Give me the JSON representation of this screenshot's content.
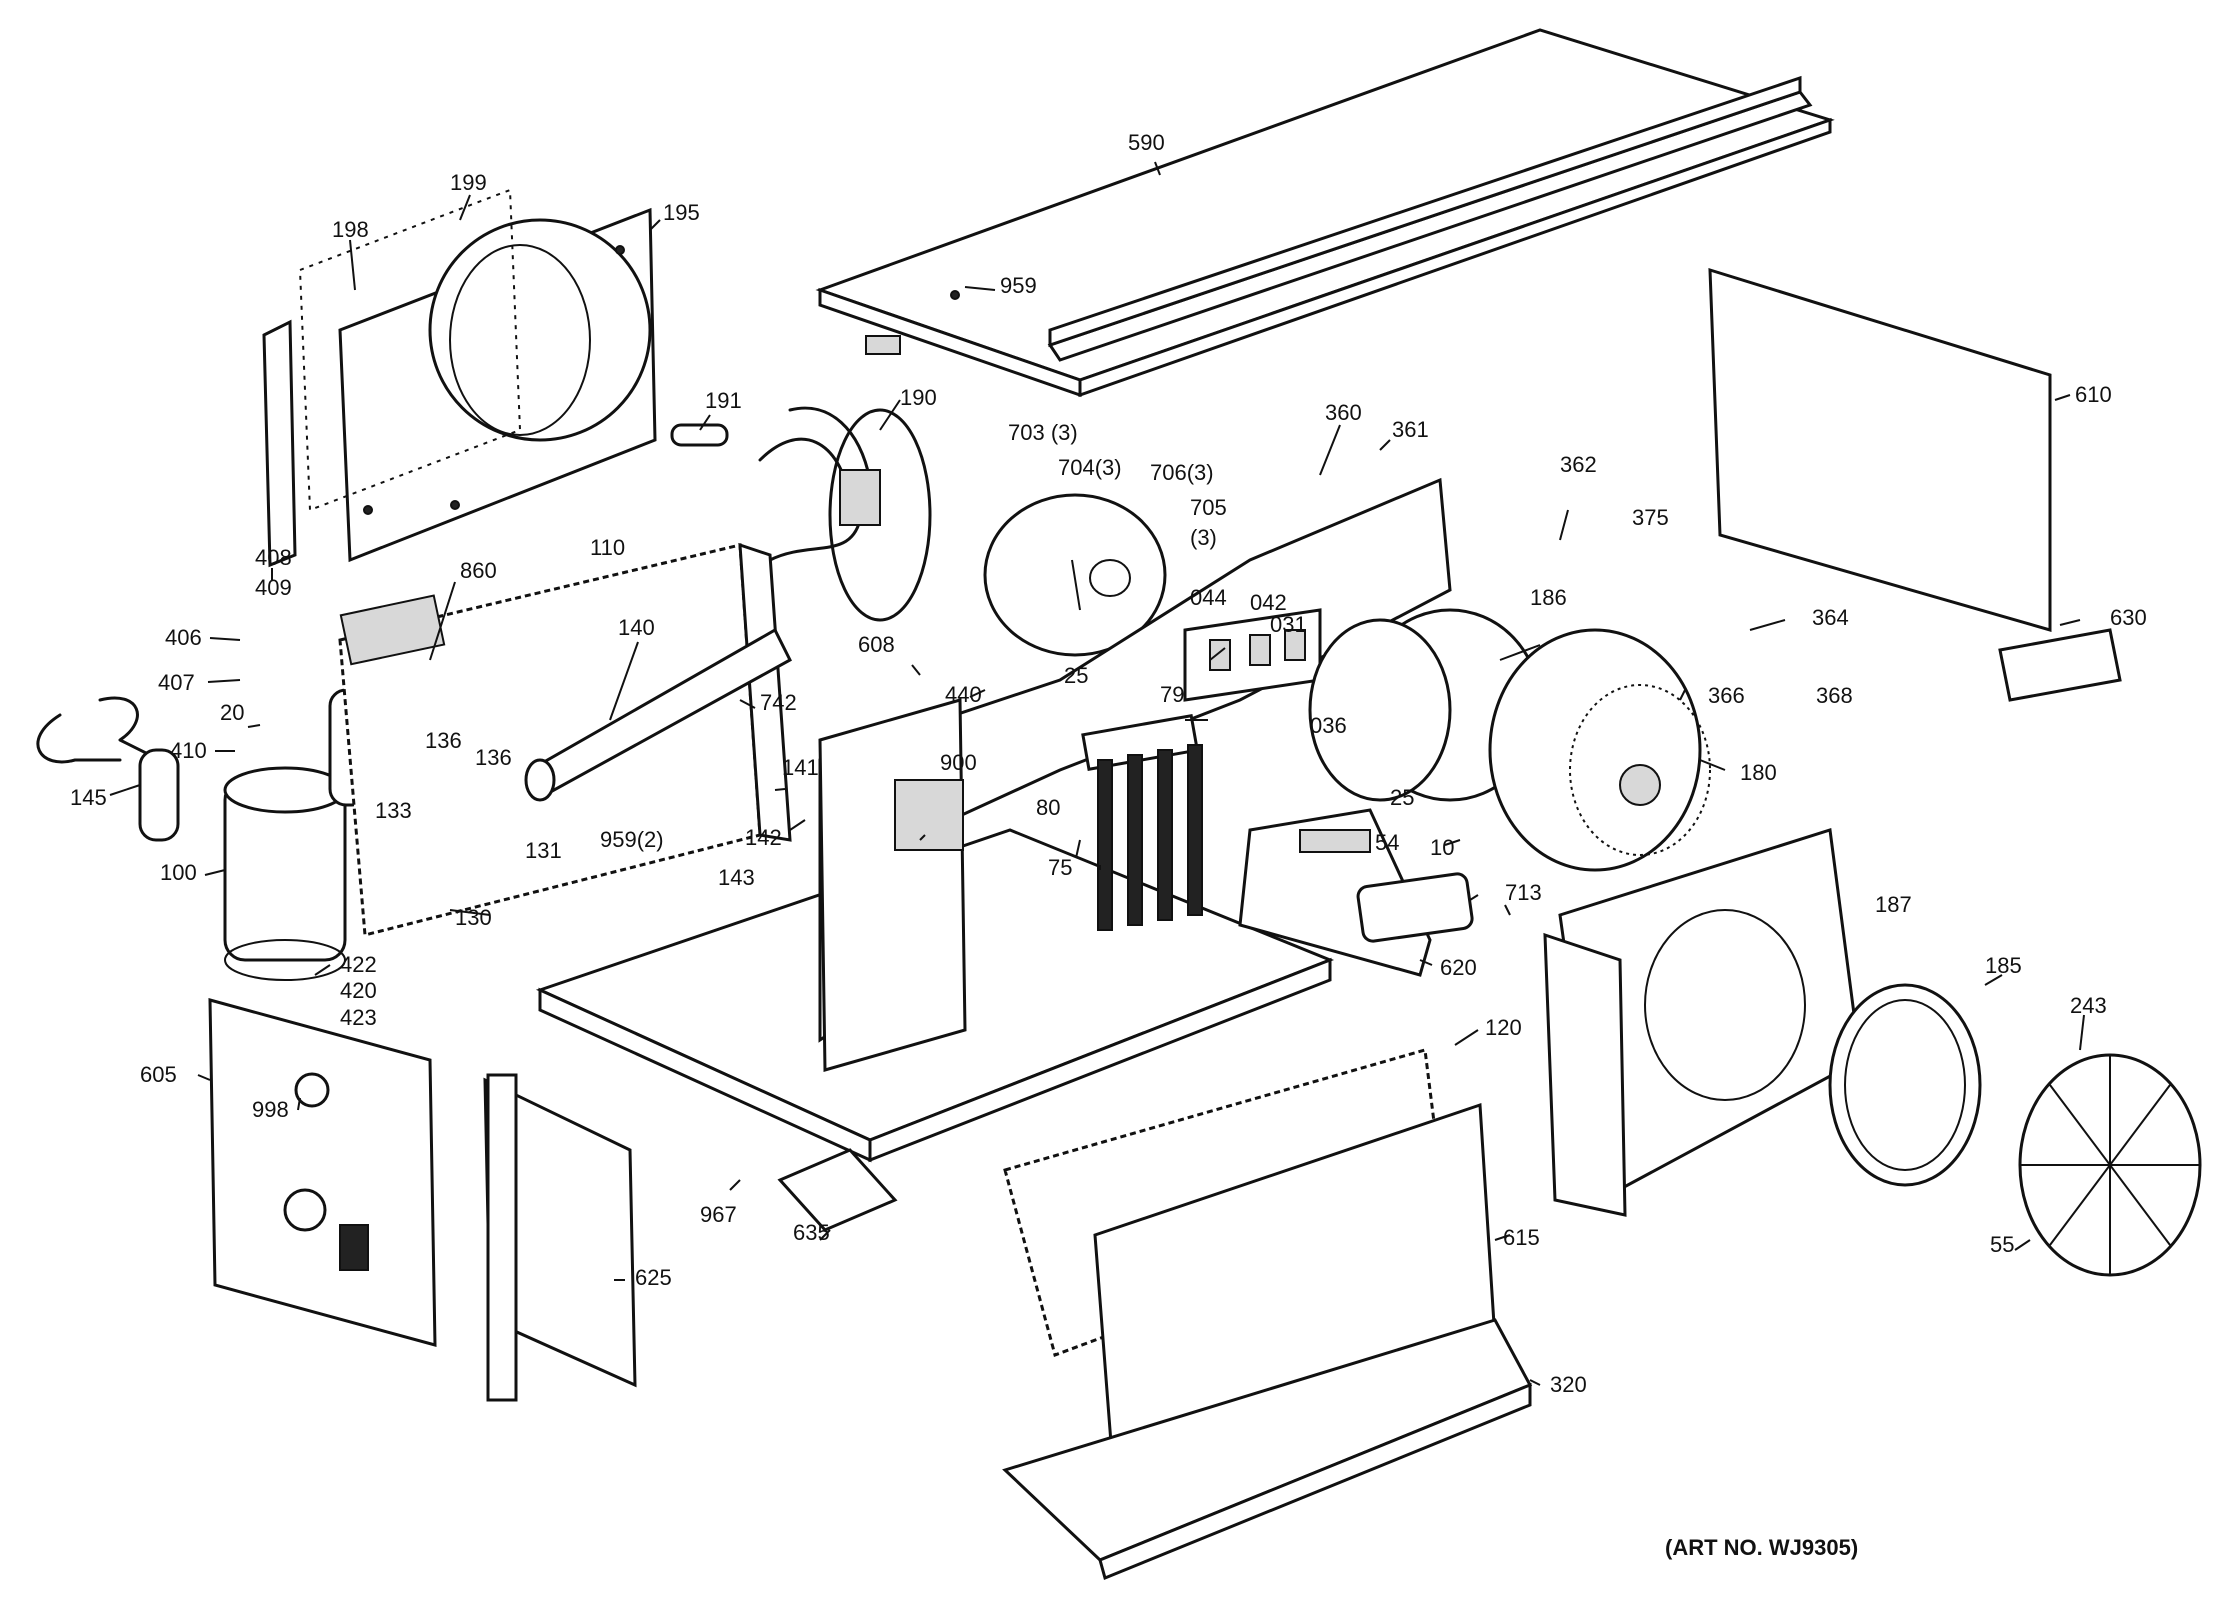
{
  "art_number": "(ART NO. WJ9305)",
  "parts": [
    {
      "id": "p590",
      "label": "590"
    },
    {
      "id": "p959",
      "label": "959"
    },
    {
      "id": "p199",
      "label": "199"
    },
    {
      "id": "p198",
      "label": "198"
    },
    {
      "id": "p195",
      "label": "195"
    },
    {
      "id": "p191",
      "label": "191"
    },
    {
      "id": "p190",
      "label": "190"
    },
    {
      "id": "p703",
      "label": "703 (3)"
    },
    {
      "id": "p704",
      "label": "704(3)"
    },
    {
      "id": "p706",
      "label": "706(3)"
    },
    {
      "id": "p705",
      "label": "705"
    },
    {
      "id": "p705q",
      "label": "(3)"
    },
    {
      "id": "p360",
      "label": "360"
    },
    {
      "id": "p361",
      "label": "361"
    },
    {
      "id": "p362",
      "label": "362"
    },
    {
      "id": "p375",
      "label": "375"
    },
    {
      "id": "p610",
      "label": "610"
    },
    {
      "id": "p630",
      "label": "630"
    },
    {
      "id": "p364",
      "label": "364"
    },
    {
      "id": "p366",
      "label": "366"
    },
    {
      "id": "p368",
      "label": "368"
    },
    {
      "id": "p408",
      "label": "408"
    },
    {
      "id": "p409",
      "label": "409"
    },
    {
      "id": "p406",
      "label": "406"
    },
    {
      "id": "p407",
      "label": "407"
    },
    {
      "id": "p20",
      "label": "20"
    },
    {
      "id": "p410",
      "label": "410"
    },
    {
      "id": "p145",
      "label": "145"
    },
    {
      "id": "p100",
      "label": "100"
    },
    {
      "id": "p110",
      "label": "110"
    },
    {
      "id": "p860",
      "label": "860"
    },
    {
      "id": "p140",
      "label": "140"
    },
    {
      "id": "p136a",
      "label": "136"
    },
    {
      "id": "p136b",
      "label": "136"
    },
    {
      "id": "p133",
      "label": "133"
    },
    {
      "id": "p131",
      "label": "131"
    },
    {
      "id": "p130",
      "label": "130"
    },
    {
      "id": "p9592",
      "label": "959(2)"
    },
    {
      "id": "p422",
      "label": "422"
    },
    {
      "id": "p420",
      "label": "420"
    },
    {
      "id": "p423",
      "label": "423"
    },
    {
      "id": "p25a",
      "label": "25"
    },
    {
      "id": "p608",
      "label": "608"
    },
    {
      "id": "p440",
      "label": "440"
    },
    {
      "id": "p742",
      "label": "742"
    },
    {
      "id": "p141",
      "label": "141"
    },
    {
      "id": "p142",
      "label": "142"
    },
    {
      "id": "p143",
      "label": "143"
    },
    {
      "id": "p900",
      "label": "900"
    },
    {
      "id": "p044",
      "label": "044"
    },
    {
      "id": "p042",
      "label": "042"
    },
    {
      "id": "p031",
      "label": "031"
    },
    {
      "id": "p036",
      "label": "036"
    },
    {
      "id": "p186",
      "label": "186"
    },
    {
      "id": "p79",
      "label": "79"
    },
    {
      "id": "p80",
      "label": "80"
    },
    {
      "id": "p75",
      "label": "75"
    },
    {
      "id": "p25b",
      "label": "25"
    },
    {
      "id": "p180",
      "label": "180"
    },
    {
      "id": "p54",
      "label": "54"
    },
    {
      "id": "p10",
      "label": "10"
    },
    {
      "id": "p713",
      "label": "713"
    },
    {
      "id": "p620",
      "label": "620"
    },
    {
      "id": "p187",
      "label": "187"
    },
    {
      "id": "p185",
      "label": "185"
    },
    {
      "id": "p243",
      "label": "243"
    },
    {
      "id": "p55",
      "label": "55"
    },
    {
      "id": "p120",
      "label": "120"
    },
    {
      "id": "p605",
      "label": "605"
    },
    {
      "id": "p998",
      "label": "998"
    },
    {
      "id": "p625",
      "label": "625"
    },
    {
      "id": "p967",
      "label": "967"
    },
    {
      "id": "p635",
      "label": "635"
    },
    {
      "id": "p615",
      "label": "615"
    },
    {
      "id": "p320",
      "label": "320"
    }
  ]
}
